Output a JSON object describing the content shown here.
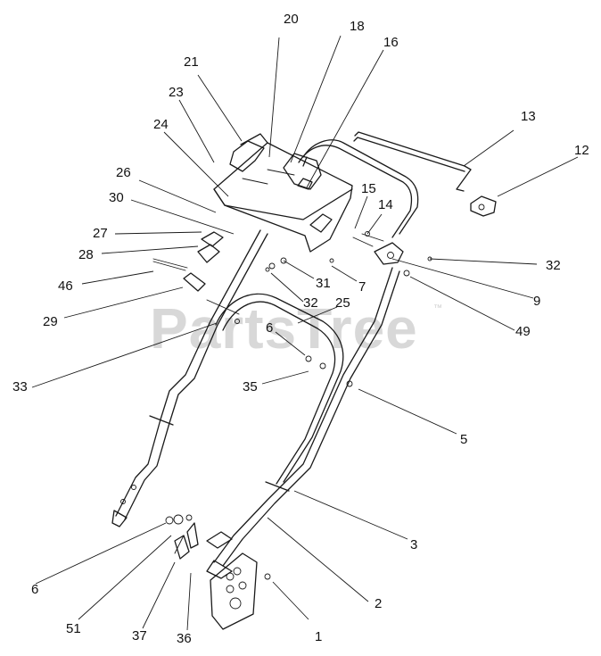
{
  "watermark": {
    "text": "PartsTree",
    "trademark": "™"
  },
  "callouts": [
    {
      "id": "c20",
      "label": "20"
    },
    {
      "id": "c18",
      "label": "18"
    },
    {
      "id": "c16",
      "label": "16"
    },
    {
      "id": "c21",
      "label": "21"
    },
    {
      "id": "c23",
      "label": "23"
    },
    {
      "id": "c24",
      "label": "24"
    },
    {
      "id": "c13",
      "label": "13"
    },
    {
      "id": "c12",
      "label": "12"
    },
    {
      "id": "c26",
      "label": "26"
    },
    {
      "id": "c30",
      "label": "30"
    },
    {
      "id": "c15",
      "label": "15"
    },
    {
      "id": "c14",
      "label": "14"
    },
    {
      "id": "c27",
      "label": "27"
    },
    {
      "id": "c28",
      "label": "28"
    },
    {
      "id": "c32a",
      "label": "32"
    },
    {
      "id": "c46",
      "label": "46"
    },
    {
      "id": "c31",
      "label": "31"
    },
    {
      "id": "c7",
      "label": "7"
    },
    {
      "id": "c9",
      "label": "9"
    },
    {
      "id": "c32b",
      "label": "32"
    },
    {
      "id": "c25",
      "label": "25"
    },
    {
      "id": "c29",
      "label": "29"
    },
    {
      "id": "c49",
      "label": "49"
    },
    {
      "id": "c6a",
      "label": "6"
    },
    {
      "id": "c35",
      "label": "35"
    },
    {
      "id": "c33",
      "label": "33"
    },
    {
      "id": "c5",
      "label": "5"
    },
    {
      "id": "c3",
      "label": "3"
    },
    {
      "id": "c6b",
      "label": "6"
    },
    {
      "id": "c2",
      "label": "2"
    },
    {
      "id": "c51",
      "label": "51"
    },
    {
      "id": "c37",
      "label": "37"
    },
    {
      "id": "c36",
      "label": "36"
    },
    {
      "id": "c1",
      "label": "1"
    }
  ]
}
